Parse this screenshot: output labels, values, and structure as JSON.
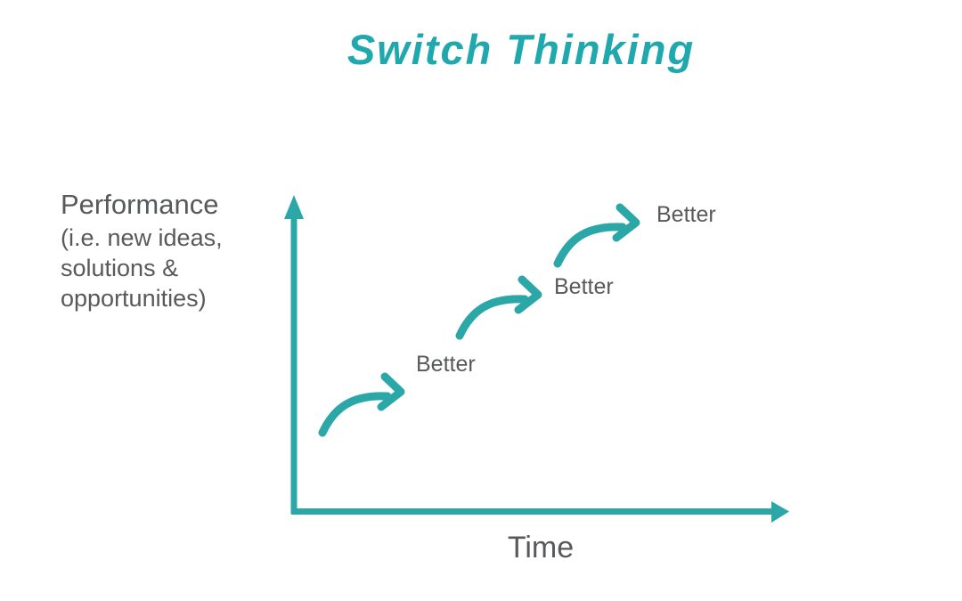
{
  "title": {
    "text": "Switch Thinking",
    "color": "#1fa8ad"
  },
  "diagram": {
    "accent_color": "#2aa7a6",
    "text_color": "#58595b",
    "y_axis": {
      "label": "Performance",
      "sublabel_lines": [
        "(i.e. new ideas,",
        "solutions &",
        "opportunities)"
      ]
    },
    "x_axis": {
      "label": "Time"
    },
    "steps": [
      {
        "label": "Better"
      },
      {
        "label": "Better"
      },
      {
        "label": "Better"
      }
    ]
  }
}
